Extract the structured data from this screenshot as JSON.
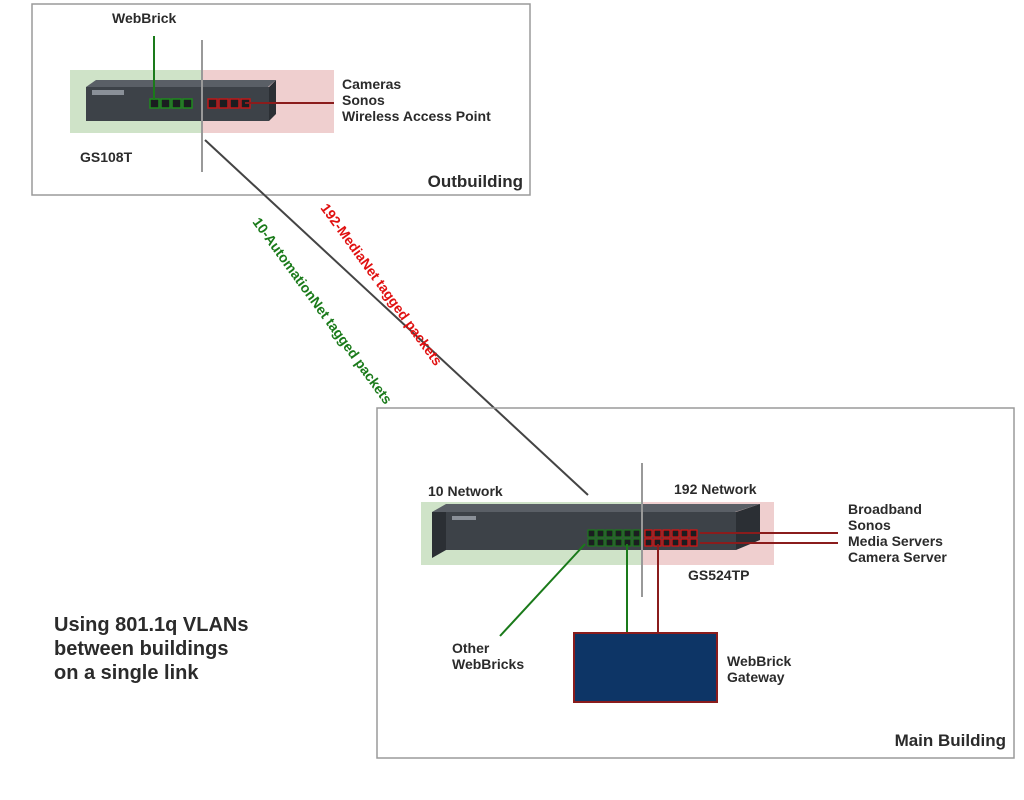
{
  "outbuilding": {
    "title": "Outbuilding",
    "switch_model": "GS108T",
    "webbrick_label": "WebBrick",
    "media_devices": [
      "Cameras",
      "Sonos",
      "Wireless Access Point"
    ]
  },
  "link": {
    "media_vlan_label": "192-MediaNet tagged packets",
    "automation_vlan_label": "10-AutomationNet tagged packets"
  },
  "main_building": {
    "title": "Main Building",
    "switch_model": "GS524TP",
    "network_10_label": "10 Network",
    "network_192_label": "192 Network",
    "media_devices": [
      "Broadband",
      "Sonos",
      "Media Servers",
      "Camera Server"
    ],
    "other_webbricks": [
      "Other",
      "WebBricks"
    ],
    "gateway": [
      "WebBrick",
      "Gateway"
    ]
  },
  "caption": [
    "Using 801.1q VLANs",
    "between buildings",
    "on a single link"
  ],
  "colors": {
    "automation_vlan": "#1a7a1a",
    "media_vlan": "#e01010",
    "automation_zone": "#cfe3c8",
    "media_zone": "#efcfcf",
    "gateway_fill": "#0d3566"
  }
}
